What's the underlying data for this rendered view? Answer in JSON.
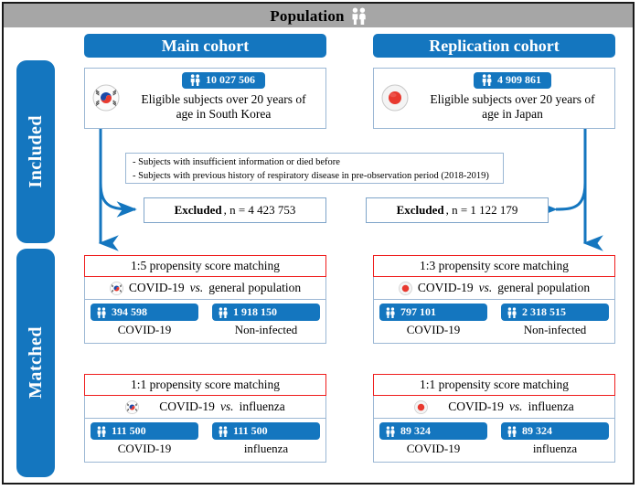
{
  "header": {
    "title": "Population",
    "icon": "people-icon"
  },
  "rails": [
    {
      "label": "Included"
    },
    {
      "label": "Matched"
    }
  ],
  "colors": {
    "blue": "#1476bf",
    "red": "#ef1d1d",
    "header_gray": "#a6a6a6",
    "box_border": "#9bb7d4"
  },
  "columns": [
    {
      "id": "main",
      "title": "Main cohort",
      "flag": "south-korea-flag-icon",
      "eligible": {
        "count": "10 027 506",
        "text_line1": "Eligible subjects over 20 years of",
        "text_line2": "age in South Korea"
      },
      "excluded": {
        "bold": "Excluded",
        "value": ", n = 4 423 753"
      },
      "blocks": [
        {
          "psm": "1:5 propensity score matching",
          "comparison_prefix": "COVID-19",
          "comparison_vs": "vs.",
          "comparison_suffix": "general population",
          "groups": [
            {
              "count": "394 598",
              "label": "COVID-19"
            },
            {
              "count": "1 918 150",
              "label": "Non-infected"
            }
          ]
        },
        {
          "psm": "1:1 propensity score matching",
          "comparison_prefix": "COVID-19",
          "comparison_vs": "vs.",
          "comparison_suffix": "influenza",
          "groups": [
            {
              "count": "111 500",
              "label": "COVID-19"
            },
            {
              "count": "111 500",
              "label": "influenza"
            }
          ]
        }
      ]
    },
    {
      "id": "replication",
      "title": "Replication cohort",
      "flag": "japan-flag-icon",
      "eligible": {
        "count": "4 909 861",
        "text_line1": "Eligible subjects over 20 years of",
        "text_line2": "age in Japan"
      },
      "excluded": {
        "bold": "Excluded",
        "value": ", n = 1 122 179"
      },
      "blocks": [
        {
          "psm": "1:3 propensity score matching",
          "comparison_prefix": "COVID-19",
          "comparison_vs": "vs.",
          "comparison_suffix": "general population",
          "groups": [
            {
              "count": "797 101",
              "label": "COVID-19"
            },
            {
              "count": "2 318 515",
              "label": "Non-infected"
            }
          ]
        },
        {
          "psm": "1:1 propensity score matching",
          "comparison_prefix": "COVID-19",
          "comparison_vs": "vs.",
          "comparison_suffix": "influenza",
          "groups": [
            {
              "count": "89 324",
              "label": "COVID-19"
            },
            {
              "count": "89 324",
              "label": "influenza"
            }
          ]
        }
      ]
    }
  ],
  "criteria": {
    "line1": "- Subjects with insufficient information or died before",
    "line2": "- Subjects with previous history of respiratory disease in pre-observation period (2018-2019)"
  }
}
